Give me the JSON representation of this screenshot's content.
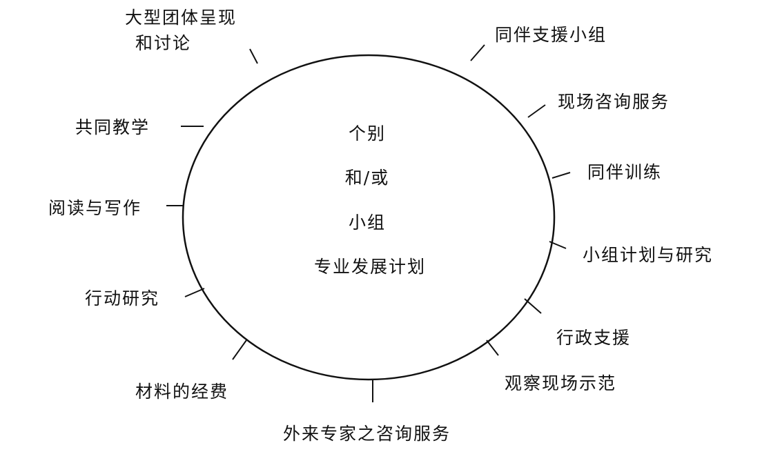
{
  "center": {
    "lines": [
      "个别",
      "和/或",
      "小组",
      "专业发展计划"
    ]
  },
  "labels": {
    "large_group": [
      "大型团体呈现",
      "和讨论"
    ],
    "peer_support_group": "同伴支援小组",
    "onsite_consulting": "现场咨询服务",
    "peer_coaching": "同伴训练",
    "group_planning_research": "小组计划与研究",
    "admin_support": "行政支援",
    "observe_demo": "观察现场示范",
    "external_expert_consulting": "外来专家之咨询服务",
    "material_funding": "材料的经费",
    "action_research": "行动研究",
    "reading_writing": "阅读与写作",
    "co_teaching": "共同教学"
  }
}
